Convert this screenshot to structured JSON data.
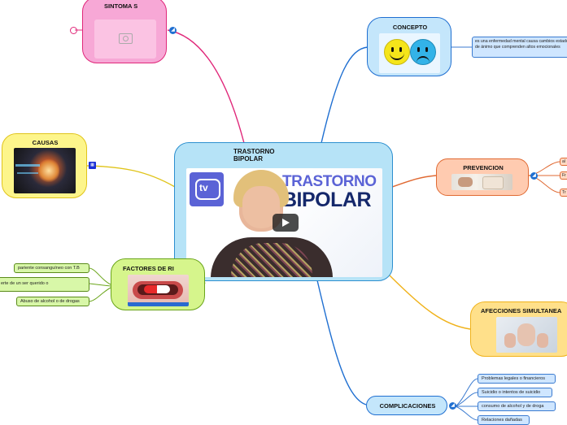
{
  "central": {
    "title": "TRASTORNO BIPOLAR",
    "video_title_line1": "TRASTORNO",
    "video_title_line2": "BIPOLAR",
    "video_logo": "tv"
  },
  "sintomas": {
    "title": "SINTOMA S"
  },
  "concepto": {
    "title": "CONCEPTO",
    "note": "es una enfermedad mental causa cambios estado de ánimo que comprenden altos emocionales"
  },
  "causas": {
    "title": "CAUSAS"
  },
  "prevencion": {
    "title": "PREVENCION",
    "leaves": [
      "al",
      "Fr",
      "Tr"
    ]
  },
  "factores": {
    "title": "FACTORES DE RI",
    "leaves": [
      "pariente consanguíneo con T.B",
      "erte de un ser querido  o",
      "Abuso de alcohol o de drogas"
    ]
  },
  "afecciones": {
    "title": "AFECCIONES SIMULTANEA"
  },
  "complicaciones": {
    "title": "COMPLICACIONES",
    "leaves": [
      "Problemas legales o financieros",
      "Suicidio o intentos de suicidio",
      "consumo de alcohol y de droga",
      "Relaciones dañadas"
    ]
  },
  "colors": {
    "central": "#b6e3f7",
    "sintomas": "#f7a8d6",
    "concepto": "#c4e6fb",
    "causas": "#fdf58b",
    "prevencion": "#ffcbb0",
    "factores": "#d6f58c",
    "afecciones": "#ffe08a",
    "complicaciones": "#c4e6fb"
  }
}
